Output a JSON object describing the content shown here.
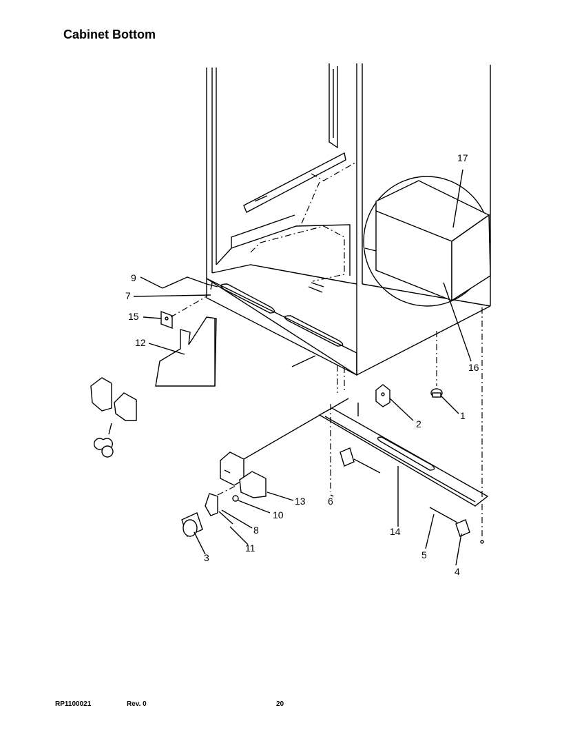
{
  "header": {
    "title": "Cabinet Bottom"
  },
  "footer": {
    "doc_id": "RP1100021",
    "revision": "Rev. 0",
    "page": "20"
  },
  "callouts": {
    "c1": "1",
    "c2": "2",
    "c3": "3",
    "c4": "4",
    "c5": "5",
    "c6": "6",
    "c7": "7",
    "c8": "8",
    "c9": "9",
    "c10": "10",
    "c11": "11",
    "c12": "12",
    "c13": "13",
    "c14": "14",
    "c15": "15",
    "c16": "16",
    "c17": "17"
  }
}
